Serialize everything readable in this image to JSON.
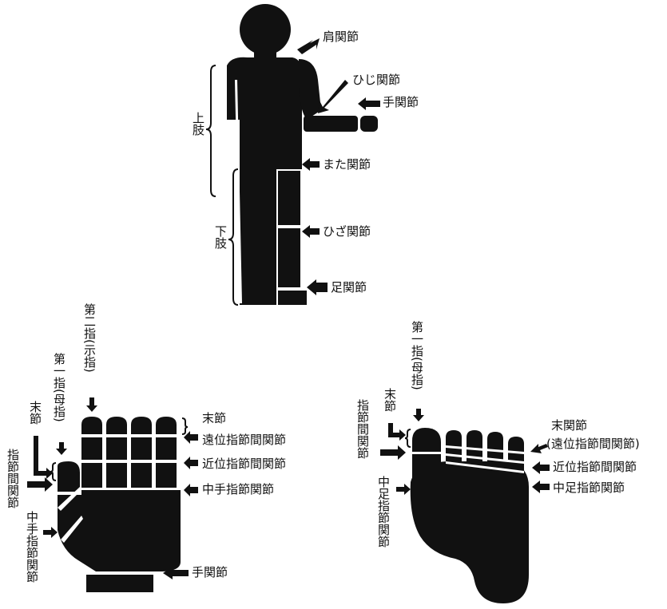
{
  "colors": {
    "figure": "#111111",
    "background": "#ffffff"
  },
  "body": {
    "shoulder": "肩関節",
    "elbow": "ひじ関節",
    "wrist": "手関節",
    "hip": "また関節",
    "knee": "ひざ関節",
    "ankle": "足関節",
    "upper_limb": "上肢",
    "lower_limb": "下肢"
  },
  "hand": {
    "second_finger": "第二指(示指)",
    "first_finger": "第一指(母指)",
    "distal_phalanx": "末節",
    "interphalangeal_joint": "指節間関節",
    "metacarpophalangeal_joint": "中手指節関節",
    "distal_ip": "遠位指節間関節",
    "proximal_ip": "近位指節間関節",
    "mcp": "中手指節関節",
    "wrist": "手関節"
  },
  "foot": {
    "first_toe": "第一指(母指)",
    "distal_phalanx": "末節",
    "interphalangeal_joint": "指節間関節",
    "metatarsophalangeal_joint": "中足指節関節",
    "distal_joint": "末関節",
    "distal_ip": "(遠位指節間関節)",
    "proximal_ip": "近位指節間関節",
    "mtp": "中足指節関節"
  }
}
